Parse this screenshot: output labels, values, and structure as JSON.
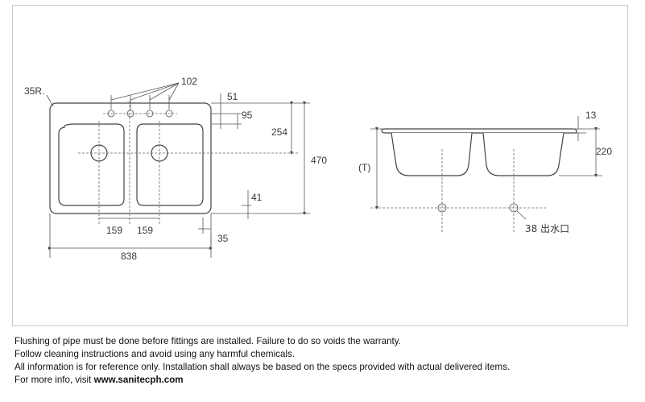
{
  "drawing": {
    "top_view": {
      "corner_radius_label": "35R.",
      "faucet_holes_label": "102",
      "dim_51": "51",
      "dim_95": "95",
      "dim_254": "254",
      "dim_470": "470",
      "dim_41": "41",
      "dim_159_left": "159",
      "dim_159_right": "159",
      "dim_35": "35",
      "dim_838": "838"
    },
    "side_view": {
      "dim_13": "13",
      "dim_220": "220",
      "dim_T": "(T)",
      "outlet_label": "38 出水口"
    }
  },
  "notes": {
    "line1": "Flushing of pipe must be done before fittings are installed. Failure to do so voids the warranty.",
    "line2": "Follow cleaning instructions and avoid using any harmful chemicals.",
    "line3": "All information is for reference only. Installation shall always be based on the specs provided with actual delivered items.",
    "line4_prefix": "For more info, visit ",
    "line4_link": "www.sanitecph.com"
  }
}
